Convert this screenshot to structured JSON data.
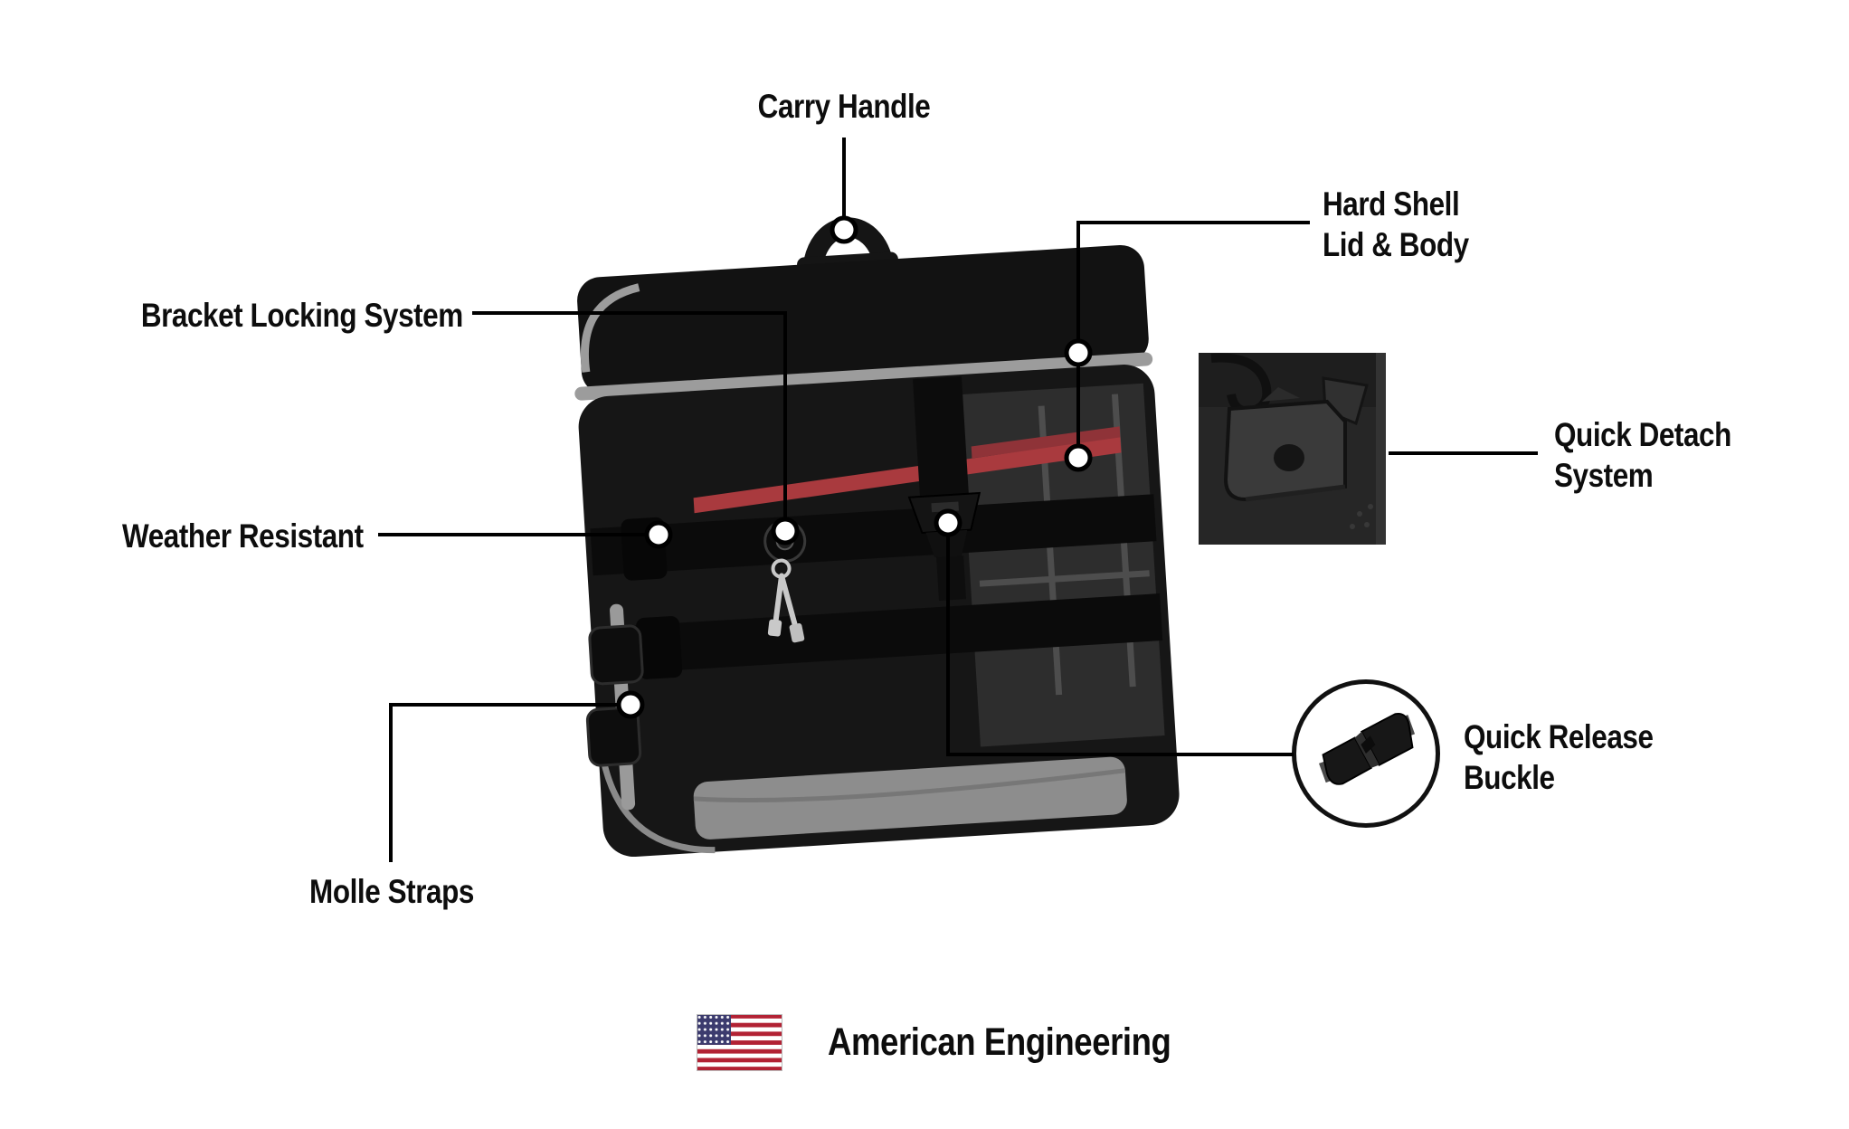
{
  "callouts": {
    "carry_handle": {
      "label": "Carry Handle"
    },
    "hard_shell": {
      "line1": "Hard Shell",
      "line2": "Lid & Body"
    },
    "bracket_locking_system": {
      "label": "Bracket Locking System"
    },
    "quick_detach_system": {
      "line1": "Quick Detach",
      "line2": "System"
    },
    "weather_resistant": {
      "label": "Weather Resistant"
    },
    "quick_release_buckle": {
      "line1": "Quick Release",
      "line2": "Buckle"
    },
    "molle_straps": {
      "label": "Molle Straps"
    }
  },
  "footer": {
    "text": "American Engineering",
    "flag_icon": "us-flag-icon"
  },
  "colors": {
    "background": "#ffffff",
    "label_text": "#0d0d0d",
    "callout_line": "#000000",
    "bag_black": "#141414",
    "trim_gray": "#9c9c9c",
    "accent_red": "#a93a3e",
    "flag_red": "#b22234",
    "flag_blue": "#3c3b6e"
  }
}
